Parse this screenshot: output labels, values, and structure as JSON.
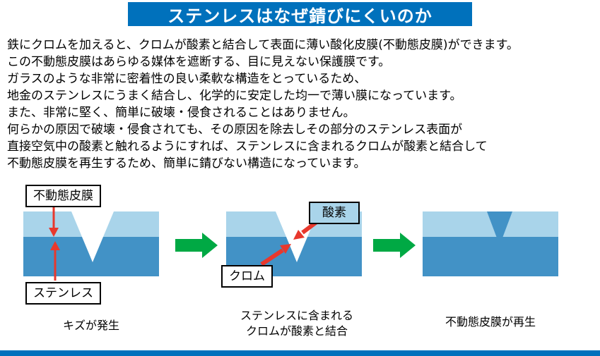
{
  "title": "ステンレスはなぜ錆びにくいのか",
  "body": {
    "lines": [
      "鉄にクロムを加えると、クロムが酸素と結合して表面に薄い酸化皮膜(不動態皮膜)ができます。",
      "この不動態皮膜はあらゆる媒体を遮断する、目に見えない保護膜です。",
      "ガラスのような非常に密着性の良い柔軟な構造をとっているため、",
      "地金のステンレスにうまく結合し、化学的に安定した均一で薄い膜になっています。",
      "また、非常に堅く、簡単に破壊・侵食されることはありません。",
      "何らかの原因で破壊・侵食されても、その原因を除去しその部分のステンレス表面が",
      "直接空気中の酸素と触れるようにすれば、ステンレスに含まれるクロムが酸素と結合して",
      "不動態皮膜を再生するため、簡単に錆びない構造になっています。"
    ]
  },
  "diagram": {
    "labels": {
      "passive_film": "不動態皮膜",
      "stainless": "ステンレス",
      "oxygen": "酸素",
      "chromium": "クロム"
    },
    "captions": {
      "stage1": "キズが発生",
      "stage2_line1": "ステンレスに含まれる",
      "stage2_line2": "クロムが酸素と結合",
      "stage3": "不動態皮膜が再生"
    },
    "colors": {
      "header_blue": "#0071bc",
      "film_light_blue": "#a9d4ea",
      "steel_blue": "#4292c6",
      "notch_white": "#ffffff",
      "arrow_green": "#00a944",
      "arrow_red": "#e8382d"
    }
  }
}
